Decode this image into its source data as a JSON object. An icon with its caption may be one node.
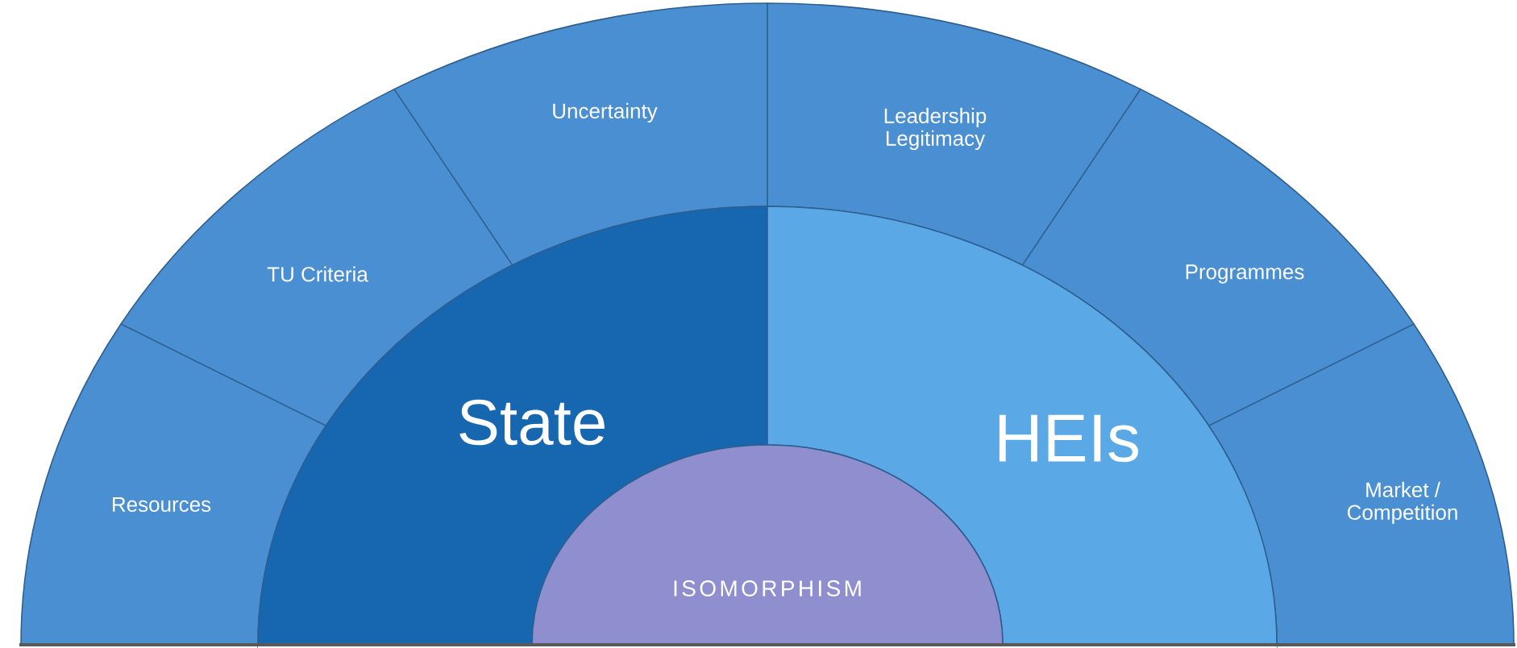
{
  "diagram": {
    "nodes": [
      {
        "text": [
          "Resources"
        ]
      },
      {
        "text": [
          "TU Criteria"
        ]
      },
      {
        "text": [
          "Uncertainty"
        ]
      },
      {
        "text": [
          "Leadership Legitimacy"
        ]
      },
      {
        "text": [
          "Programmes"
        ]
      },
      {
        "text": [
          "Market / Competition"
        ]
      },
      {
        "text": [
          "State"
        ]
      },
      {
        "text": [
          "HEIs"
        ]
      },
      {
        "text": [
          "ISOMORPHISM"
        ]
      }
    ]
  }
}
